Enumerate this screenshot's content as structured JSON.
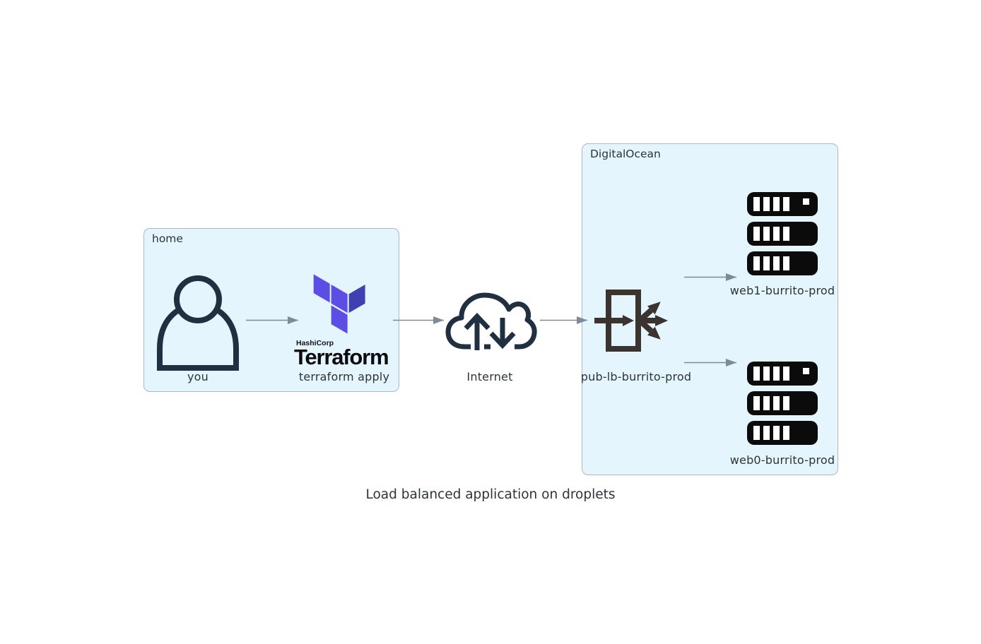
{
  "title": "Load balanced application on droplets",
  "clusters": {
    "home": {
      "label": "home"
    },
    "digitalocean": {
      "label": "DigitalOcean"
    }
  },
  "nodes": {
    "you": {
      "label": "you",
      "icon": "person-icon"
    },
    "terraform": {
      "label": "terraform apply",
      "icon": "terraform-logo-icon",
      "logo_company": "HashiCorp",
      "logo_product": "Terraform"
    },
    "internet": {
      "label": "Internet",
      "icon": "cloud-arrows-icon"
    },
    "load_balancer": {
      "label": "pub-lb-burrito-prod",
      "icon": "load-balancer-icon"
    },
    "web1": {
      "label": "web1-burrito-prod",
      "icon": "server-stack-icon"
    },
    "web0": {
      "label": "web0-burrito-prod",
      "icon": "server-stack-icon"
    }
  },
  "colors": {
    "canvas_bg": "#FFFFFF",
    "cluster_bg": "#E5F5FD",
    "cluster_border": "#AEB6BE",
    "edge": "#7E8A96",
    "icon_navy": "#213040",
    "icon_charcoal": "#3A332F",
    "icon_black": "#0B0B0B",
    "terraform_purple": "#5C4EE5",
    "terraform_indigo": "#4040B2",
    "label_text": "#2D3436"
  }
}
